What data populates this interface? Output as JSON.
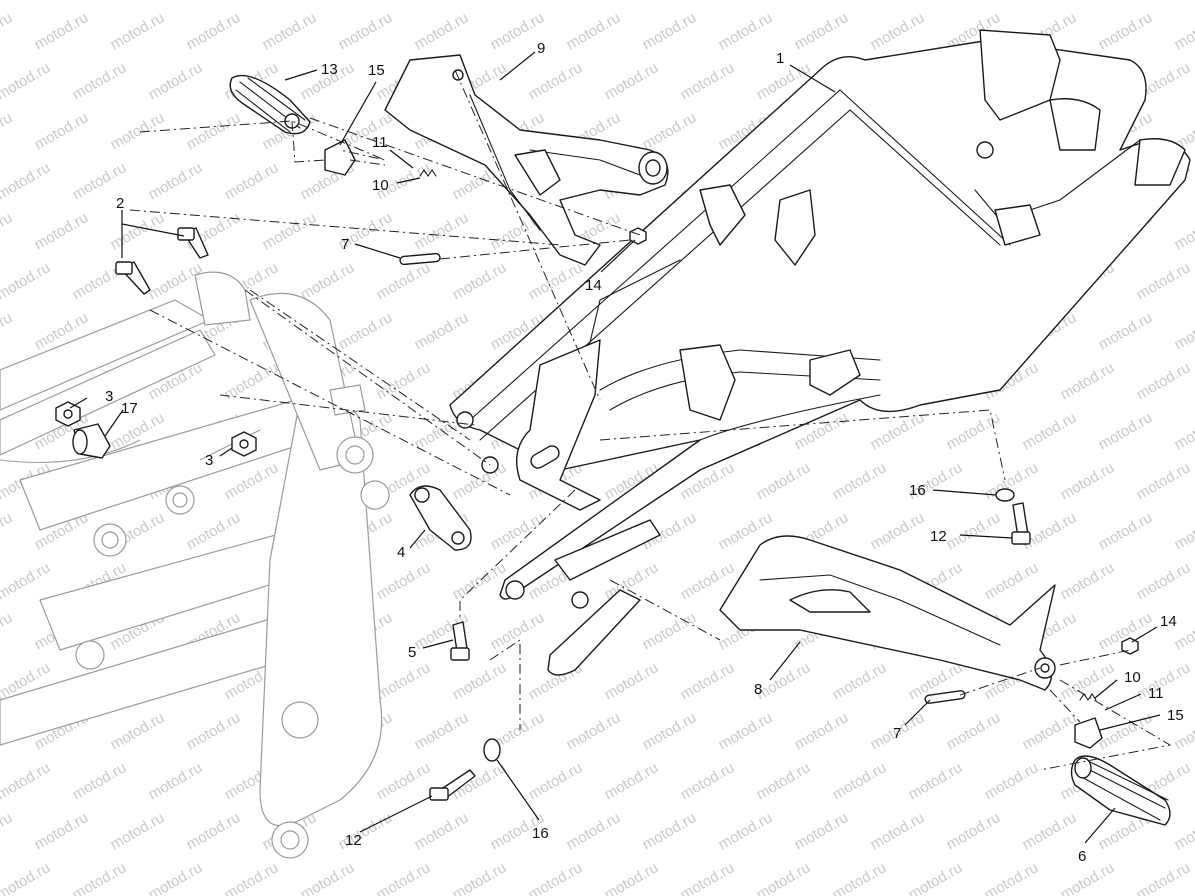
{
  "watermark": {
    "text": "motod.ru"
  },
  "callouts": {
    "c1": "1",
    "c2": "2",
    "c3a": "3",
    "c3b": "3",
    "c4": "4",
    "c5": "5",
    "c6": "6",
    "c7a": "7",
    "c7b": "7",
    "c8": "8",
    "c9": "9",
    "c10a": "10",
    "c10b": "10",
    "c11a": "11",
    "c11b": "11",
    "c12a": "12",
    "c12b": "12",
    "c13": "13",
    "c14a": "14",
    "c14b": "14",
    "c15a": "15",
    "c15b": "15",
    "c16a": "16",
    "c16b": "16",
    "c17": "17"
  },
  "colors": {
    "line": "#1a1a1a",
    "faint_frame": "#9a9a9a",
    "watermark": "#c9c9c9"
  }
}
